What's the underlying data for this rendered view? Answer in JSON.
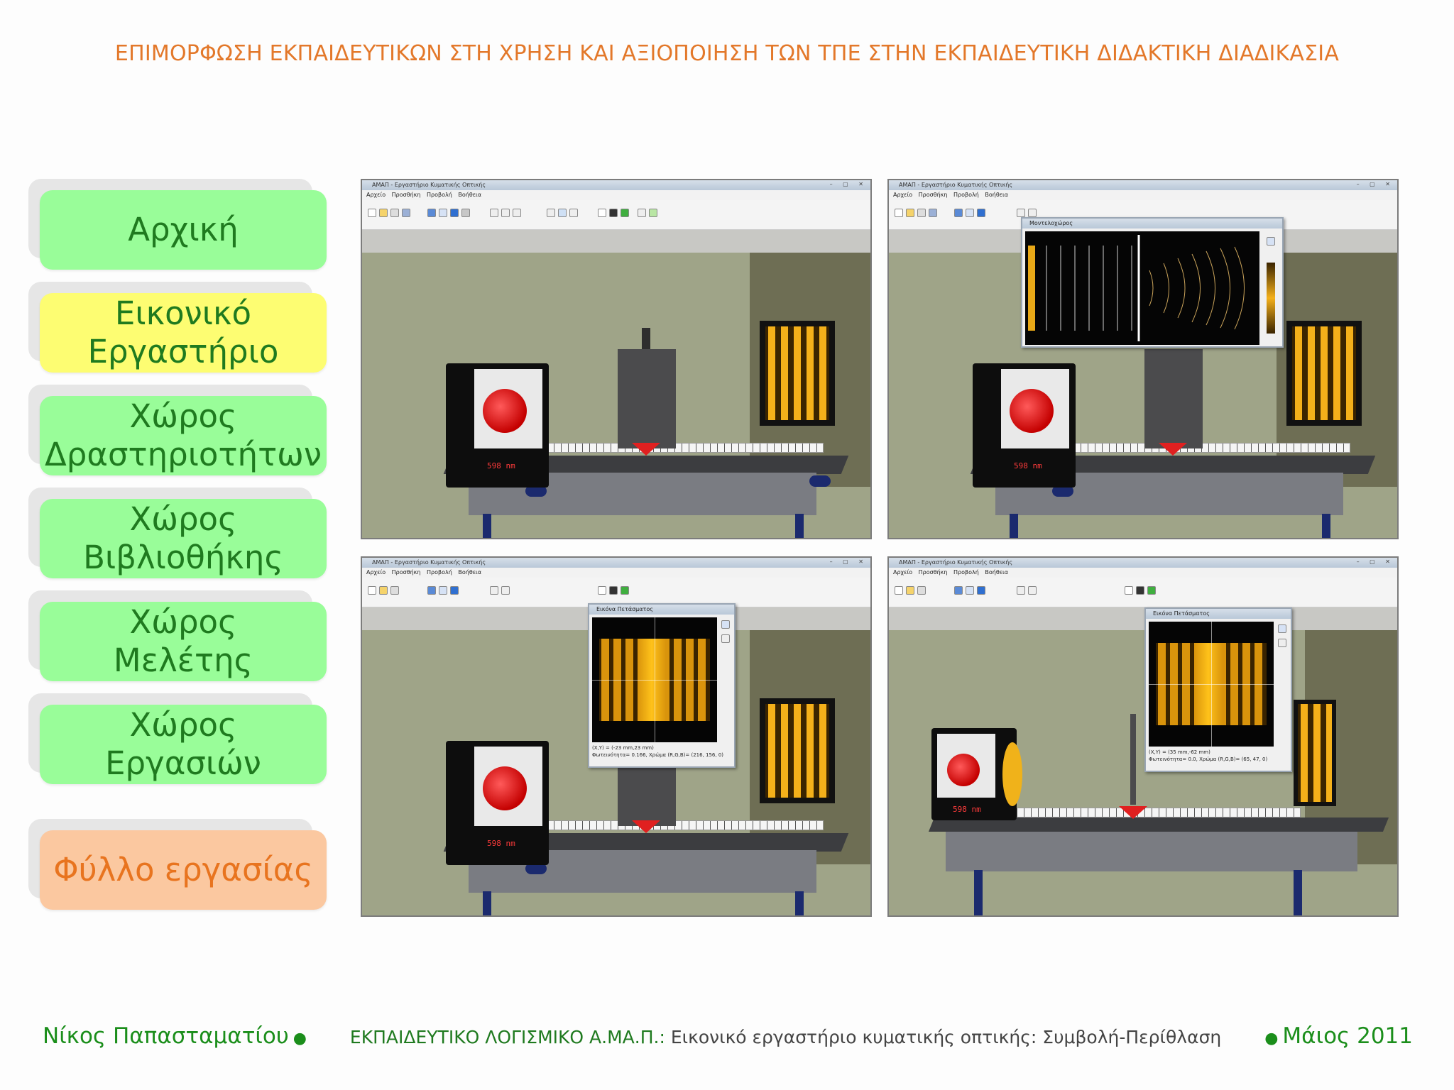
{
  "header": {
    "title": "ΕΠΙΜΟΡΦΩΣΗ ΕΚΠΑΙΔΕΥΤΙΚΩΝ ΣΤΗ ΧΡΗΣΗ ΚΑΙ ΑΞΙΟΠΟΙΗΣΗ ΤΩΝ ΤΠΕ ΣΤΗΝ ΕΚΠΑΙΔΕΥΤΙΚΗ ΔΙΔΑΚΤΙΚΗ ΔΙΑΔΙΚΑΣΙΑ"
  },
  "nav": {
    "items": [
      {
        "label": "Αρχική",
        "color": "#99fd99"
      },
      {
        "label": "Εικονικό\nΕργαστήριο",
        "color": "#fdfd72",
        "active": true
      },
      {
        "label": "Χώρος\nΔραστηριοτήτων",
        "color": "#99fd99"
      },
      {
        "label": "Χώρος\nΒιβλιοθήκης",
        "color": "#99fd99"
      },
      {
        "label": "Χώρος\nΜελέτης",
        "color": "#99fd99"
      },
      {
        "label": "Χώρος\nΕργασιών",
        "color": "#99fd99"
      },
      {
        "label": "Φύλλο εργασίας",
        "color": "#fbc8a0"
      }
    ]
  },
  "app": {
    "window_title": "ΑΜΑΠ - Εργαστήριο Κυματικής Οπτικής",
    "menu": [
      "Αρχείο",
      "Προσθήκη",
      "Προβολή",
      "Βοήθεια"
    ],
    "wavelength_label": "598 nm"
  },
  "popups": {
    "model_window_title": "Μοντελοχώρος",
    "pattern_window_title": "Εικόνα Πετάσματος",
    "pattern_a_coords": "(X,Y) = (-23 mm,23 mm)",
    "pattern_a_values": "Φωτεινότητα= 0.166, Χρώμα (R,G,B)= (216, 156, 0)",
    "pattern_b_coords": "(X,Y) = (35 mm,-62 mm)",
    "pattern_b_values": "Φωτεινότητα= 0.0, Χρώμα (R,G,B)= (65, 47, 0)"
  },
  "footer": {
    "author": "Νίκος Παπασταματίου",
    "org": "ΕΚΠΑΙΔΕΥΤΙΚΟ ΛΟΓΙΣΜΙΚΟ Α.ΜΑ.Π.:",
    "subject": "Εικονικό εργαστήριο κυματικής οπτικής: Συμβολή-Περίθλαση",
    "date": "Μάιος 2011"
  },
  "colors": {
    "header": "#e3782a",
    "footer_green": "#1b8e1b",
    "laser_red": "#e02020",
    "fringe_amber": "#f4b01a"
  }
}
